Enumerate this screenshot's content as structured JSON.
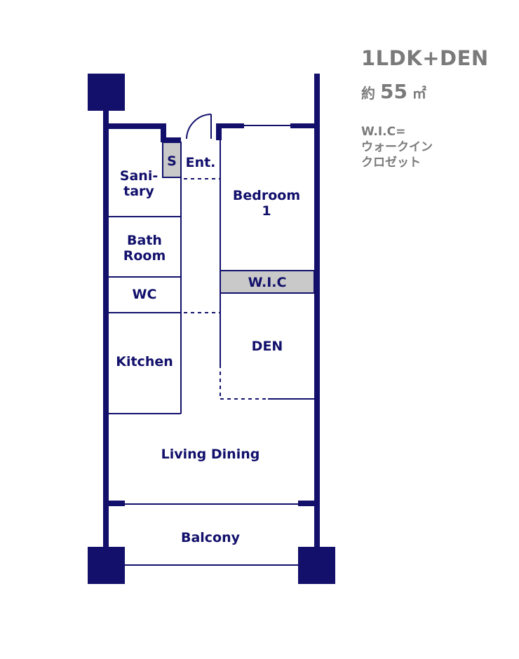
{
  "floorplan": {
    "layout_type": "1LDK+DEN",
    "area": {
      "prefix": "約",
      "value": "55",
      "unit": "㎡"
    },
    "note": {
      "line1": "W.I.C=",
      "line2": "ウォークイン",
      "line3": "クロゼット"
    },
    "rooms": {
      "storage": "S",
      "entrance": "Ent.",
      "sanitary": {
        "line1": "Sani-",
        "line2": "tary"
      },
      "bath": {
        "line1": "Bath",
        "line2": "Room"
      },
      "wc": "WC",
      "kitchen": "Kitchen",
      "bedroom": {
        "line1": "Bedroom",
        "line2": "1"
      },
      "wic": "W.I.C",
      "den": "DEN",
      "living": "Living Dining",
      "balcony": "Balcony"
    },
    "colors": {
      "wall": "#12106b",
      "storage_fill": "#c9c9c9",
      "text_grey": "#7a7a7a"
    }
  }
}
